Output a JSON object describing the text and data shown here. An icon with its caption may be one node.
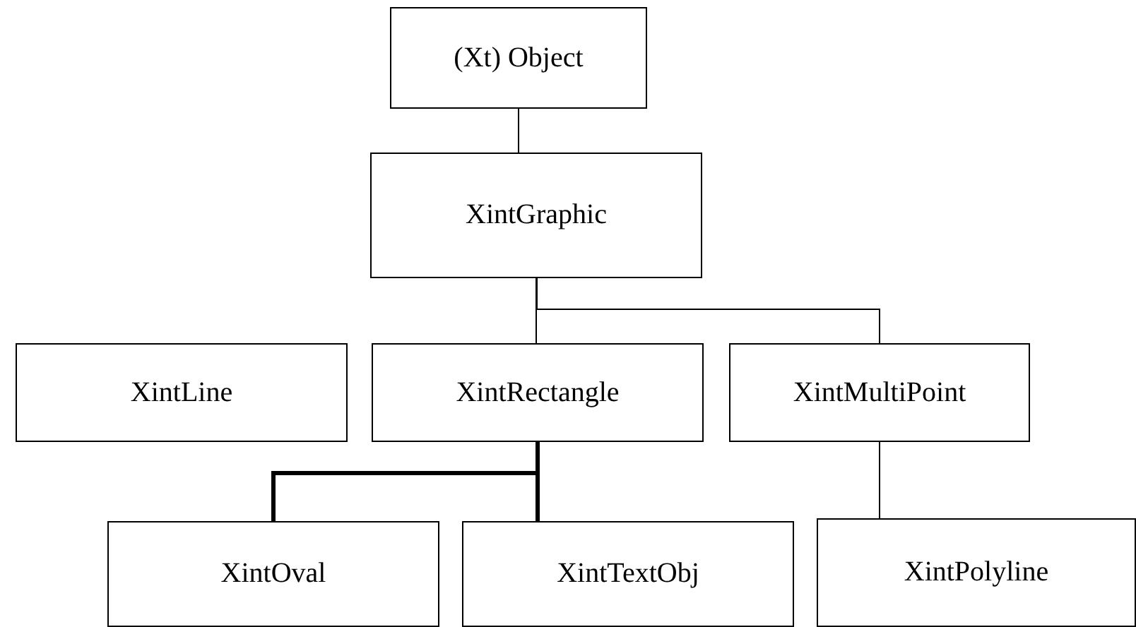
{
  "diagram": {
    "nodes": [
      {
        "text": [
          "(Xt) Object"
        ]
      },
      {
        "text": [
          "XintGraphic"
        ]
      },
      {
        "text": [
          "XintLine"
        ]
      },
      {
        "text": [
          "XintRectangle"
        ]
      },
      {
        "text": [
          "XintMultiPoint"
        ]
      },
      {
        "text": [
          "XintOval"
        ]
      },
      {
        "text": [
          "XintTextObj"
        ]
      },
      {
        "text": [
          "XintPolyline"
        ]
      }
    ],
    "edges": [
      {
        "from": 0,
        "to": 1,
        "arrow": "none"
      },
      {
        "from": 1,
        "to": 3,
        "arrow": "none"
      },
      {
        "from": 1,
        "to": 4,
        "arrow": "none"
      },
      {
        "from": 3,
        "to": 5,
        "arrow": "none",
        "style": "thick"
      },
      {
        "from": 3,
        "to": 6,
        "arrow": "none",
        "style": "thick"
      },
      {
        "from": 4,
        "to": 7,
        "arrow": "none"
      }
    ]
  }
}
